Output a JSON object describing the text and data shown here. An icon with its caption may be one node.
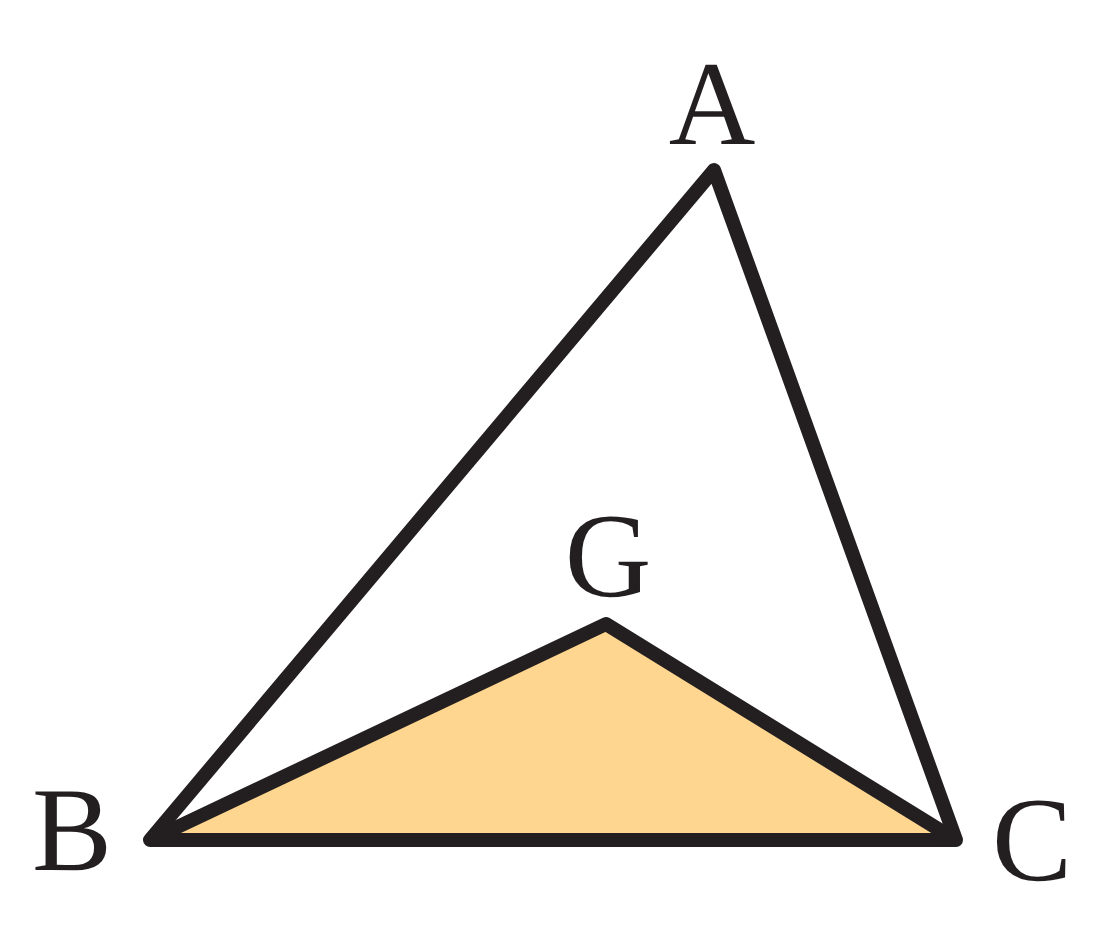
{
  "diagram": {
    "labels": [
      "A",
      "G",
      "B",
      "C"
    ]
  }
}
